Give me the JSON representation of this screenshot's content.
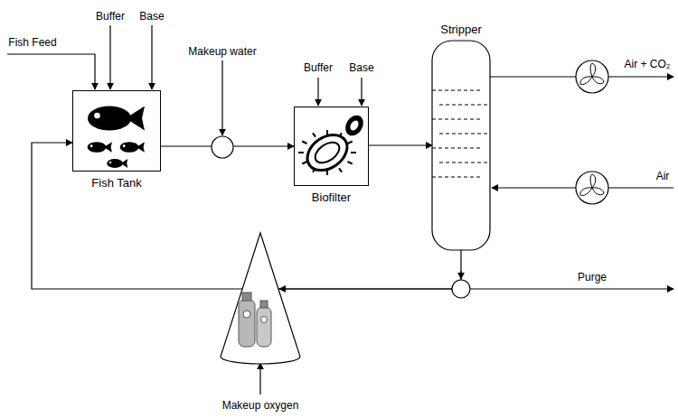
{
  "diagram": {
    "nodes": [
      {
        "text": [
          "Fish Tank"
        ]
      },
      {
        "text": [
          "Biofilter"
        ]
      },
      {
        "text": [
          "Stripper"
        ]
      }
    ],
    "edges": [
      {
        "from": 0,
        "to": 1,
        "arrow": "to"
      },
      {
        "from": 1,
        "to": 2,
        "arrow": "to"
      },
      {
        "from": 2,
        "to": 0,
        "arrow": "to"
      }
    ],
    "labels": [
      "Fish Feed",
      "Buffer",
      "Base",
      "Makeup water",
      "Buffer",
      "Base",
      "Air + CO₂",
      "Air",
      "Purge",
      "Makeup oxygen"
    ]
  }
}
